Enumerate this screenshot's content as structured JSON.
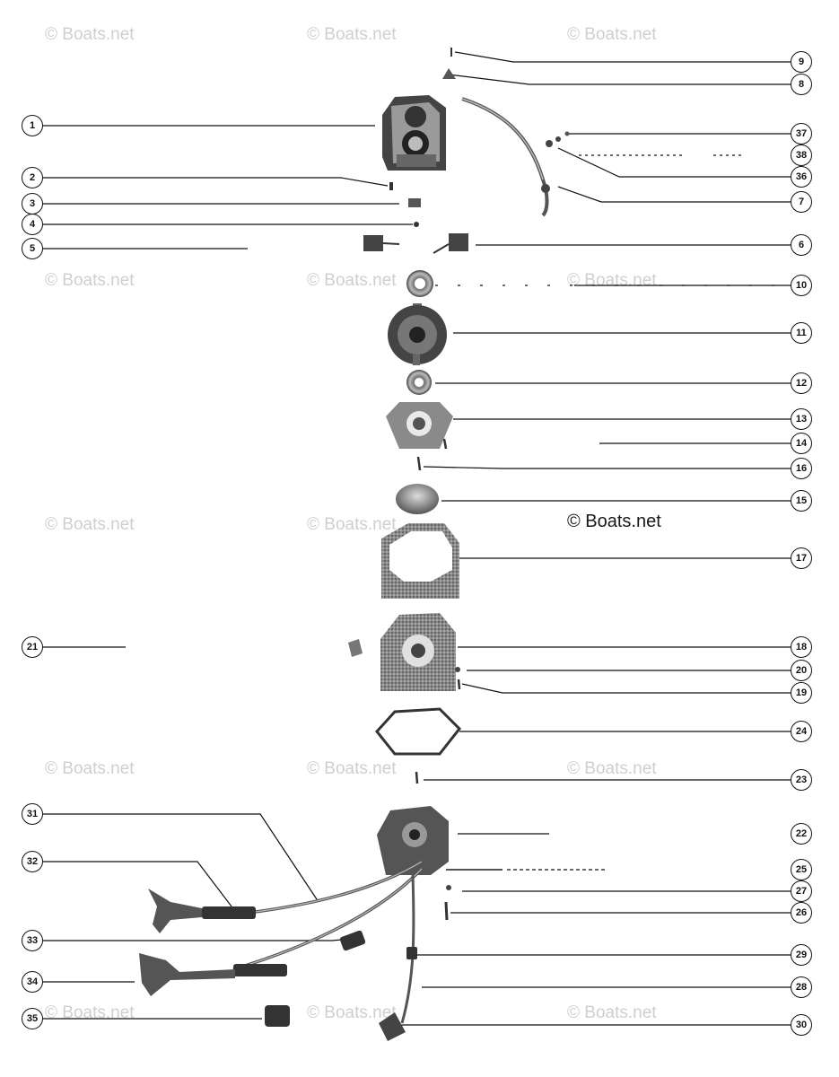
{
  "watermark_text": "© Boats.net",
  "watermark_main": "© Boats.net",
  "callouts": [
    "1",
    "2",
    "3",
    "4",
    "5",
    "6",
    "7",
    "8",
    "9",
    "10",
    "11",
    "12",
    "13",
    "14",
    "15",
    "16",
    "17",
    "18",
    "19",
    "20",
    "21",
    "22",
    "23",
    "24",
    "25",
    "26",
    "27",
    "28",
    "29",
    "30",
    "31",
    "32",
    "33",
    "34",
    "35",
    "36",
    "37",
    "38"
  ],
  "colors": {
    "line": "#111111",
    "part_fill": "#5a5a5a",
    "part_light": "#9a9a9a",
    "watermark": "#cfcfcf"
  }
}
